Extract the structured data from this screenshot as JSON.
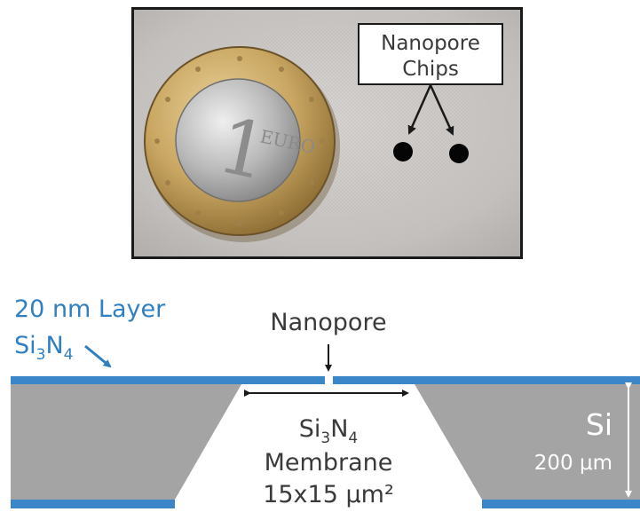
{
  "photo": {
    "callout": [
      "Nanopore",
      "Chips"
    ],
    "coin_text": [
      "1",
      "EURO"
    ]
  },
  "schematic": {
    "layer_label": "20 nm Layer",
    "layer_material": {
      "base": "Si",
      "sub1": "3",
      "mid": "N",
      "sub2": "4"
    },
    "nanopore_label": "Nanopore",
    "membrane_material": {
      "base": "Si",
      "sub1": "3",
      "mid": "N",
      "sub2": "4"
    },
    "membrane_label": "Membrane",
    "membrane_size": "15x15 μm²",
    "substrate_label": "Si",
    "thickness_label": "200 μm"
  },
  "colors": {
    "nitride_layer": "#3a86c8",
    "silicon": "#a4a4a4",
    "blue_text": "#2f7fc1",
    "dark_text": "#3a3a3a",
    "photo_frame": "#1a1a1a",
    "fabric": "#c9c6c3"
  }
}
